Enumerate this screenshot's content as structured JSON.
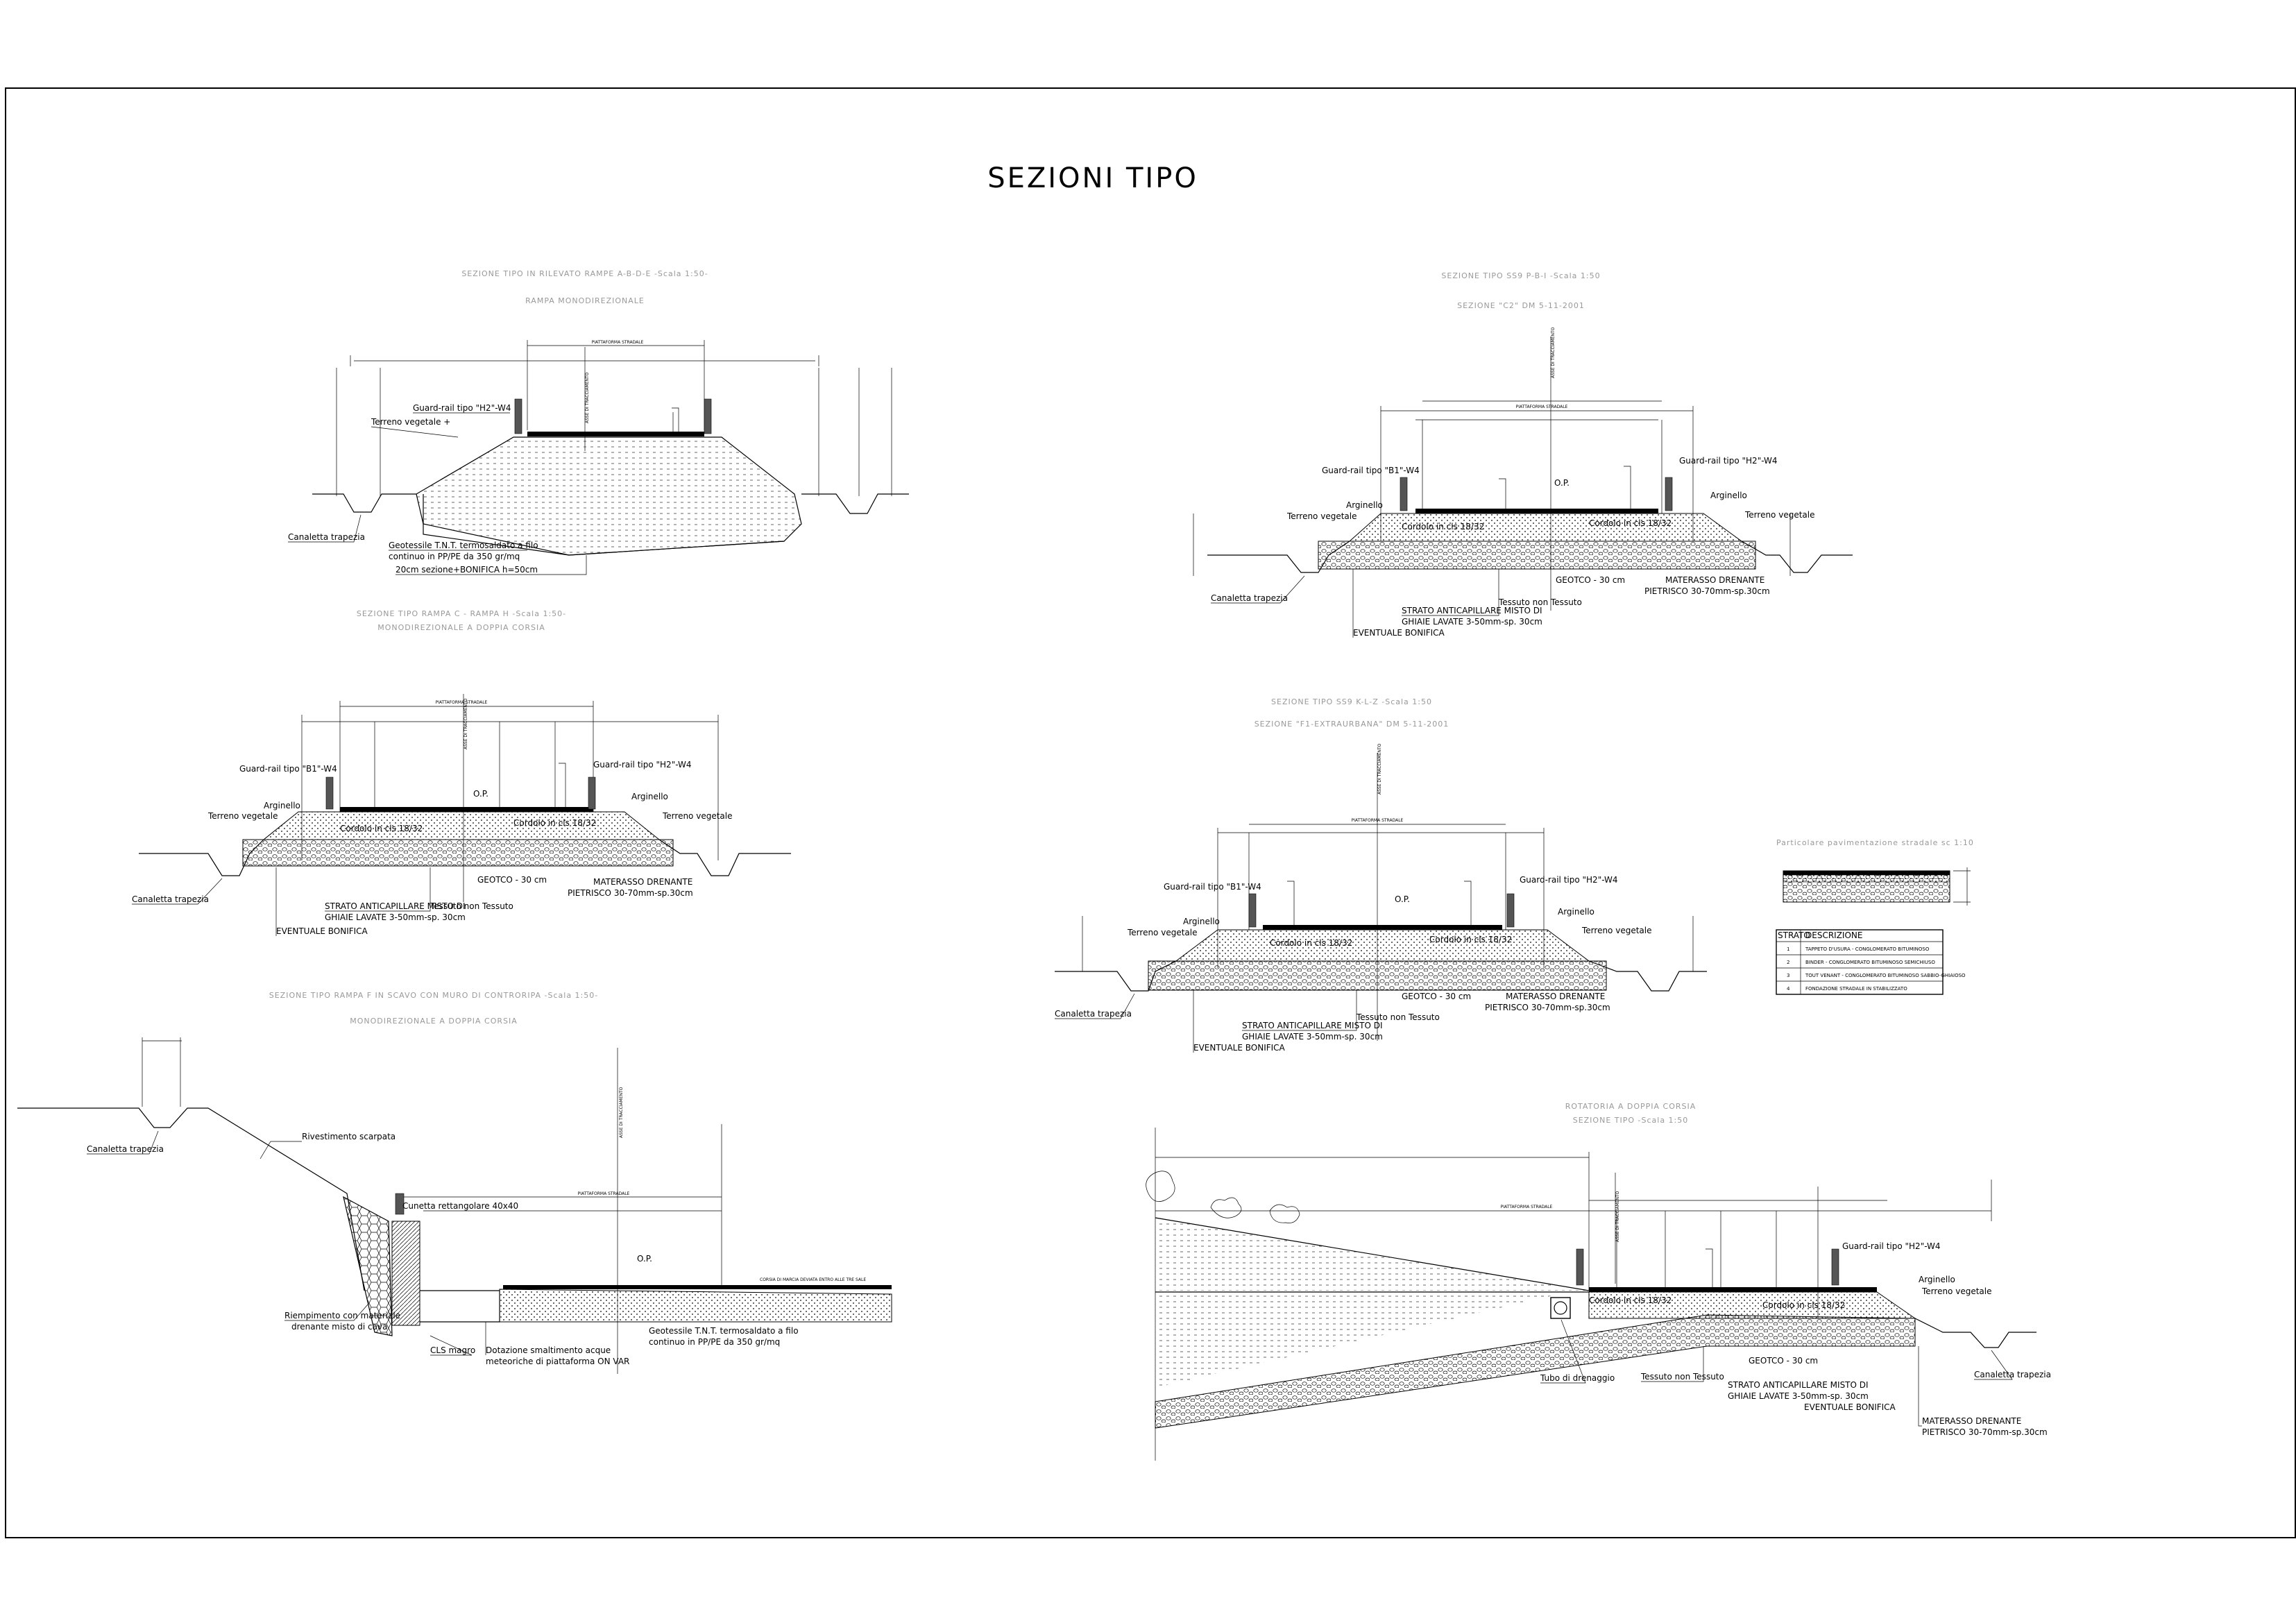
{
  "drawing": {
    "title": "SEZIONI TIPO",
    "colors": {
      "line": "#000000",
      "faint": "#999999",
      "background": "#ffffff"
    }
  },
  "sections": {
    "s1": {
      "heading": "SEZIONE TIPO IN RILEVATO RAMPE A-B-D-E -Scala 1:50-",
      "subheading": "RAMPA MONODIREZIONALE",
      "platform": "PIATTAFORMA STRADALE",
      "axis": "ASSE DI TRACCIAMENTO",
      "labels": {
        "guardrail": "Guard-rail tipo \"H2\"-W4",
        "terreno": "Terreno vegetale +",
        "canaletta": "Canaletta trapezia",
        "geotessile_1": "Geotessile T.N.T. termosaldato a filo",
        "geotessile_2": "continuo in PP/PE da 350 gr/mq",
        "bonifica": "20cm sezione+BONIFICA h=50cm"
      }
    },
    "s2": {
      "heading": "SEZIONE TIPO RAMPA C - RAMPA H -Scala 1:50-",
      "subheading": "MONODIREZIONALE A DOPPIA CORSIA",
      "platform": "PIATTAFORMA STRADALE",
      "axis": "ASSE DI TRACCIAMENTO",
      "labels": {
        "guardrail_left": "Guard-rail tipo \"B1\"-W4",
        "guardrail_right": "Guard-rail tipo \"H2\"-W4",
        "arginello_left": "Arginello",
        "arginello_right": "Arginello",
        "terreno_left": "Terreno vegetale",
        "terreno_right": "Terreno vegetale",
        "op": "O.P.",
        "cordolo_left": "Cordolo in cls 18/32",
        "cordolo_right": "Cordolo in cls 18/32",
        "canaletta": "Canaletta trapezia",
        "geotessile": "GEOTCO - 30 cm",
        "materasso_1": "MATERASSO DRENANTE",
        "materasso_2": "PIETRISCO 30-70mm-sp.30cm",
        "anticapillare_1": "STRATO ANTICAPILLARE MISTO DI",
        "anticapillare_2": "GHIAIE LAVATE 3-50mm-sp. 30cm",
        "tessuto": "Tessuto non Tessuto",
        "bonifica": "EVENTUALE BONIFICA"
      }
    },
    "s3": {
      "heading": "SEZIONE TIPO RAMPA F IN SCAVO CON MURO DI CONTRORIPA -Scala 1:50-",
      "subheading": "MONODIREZIONALE A DOPPIA CORSIA",
      "platform": "PIATTAFORMA STRADALE",
      "axis": "ASSE DI TRACCIAMENTO",
      "labels": {
        "canaletta": "Canaletta trapezia",
        "rivestimento": "Rivestimento scarpata",
        "cunetta": "Cunetta rettangolare 40x40",
        "riempimento_1": "Riempimento con materiale",
        "riempimento_2": "drenante misto di cava",
        "cls": "CLS magro",
        "dotazione_1": "Dotazione smaltimento acque",
        "dotazione_2": "meteoriche di piattaforma ON VAR",
        "geotessile_1": "Geotessile T.N.T. termosaldato a filo",
        "geotessile_2": "continuo in PP/PE da 350 gr/mq",
        "op": "O.P.",
        "corsia": "CORSIA DI MARCIA DEVIATA ENTRO ALLE TRE SALE"
      }
    },
    "s4": {
      "heading": "SEZIONE TIPO SS9 P-B-I -Scala 1:50",
      "subheading": "SEZIONE \"C2\" DM 5-11-2001",
      "platform": "PIATTAFORMA STRADALE",
      "axis": "ASSE DI TRACCIAMENTO",
      "labels": {
        "guardrail_left": "Guard-rail tipo \"B1\"-W4",
        "guardrail_right": "Guard-rail tipo \"H2\"-W4",
        "op": "O.P.",
        "arginello_left": "Arginello",
        "arginello_right": "Arginello",
        "terreno_left": "Terreno vegetale",
        "terreno_right": "Terreno vegetale",
        "cordolo_left": "Cordolo in cls 18/32",
        "cordolo_right": "Cordolo in cls 18/32",
        "canaletta": "Canaletta trapezia",
        "geotessile": "GEOTCO - 30 cm",
        "materasso_1": "MATERASSO DRENANTE",
        "materasso_2": "PIETRISCO 30-70mm-sp.30cm",
        "anticapillare_1": "STRATO ANTICAPILLARE MISTO DI",
        "anticapillare_2": "GHIAIE LAVATE 3-50mm-sp. 30cm",
        "tessuto": "Tessuto non Tessuto",
        "bonifica": "EVENTUALE BONIFICA"
      }
    },
    "s5": {
      "heading": "SEZIONE TIPO SS9 K-L-Z -Scala 1:50",
      "subheading": "SEZIONE \"F1-EXTRAURBANA\" DM 5-11-2001",
      "platform": "PIATTAFORMA STRADALE",
      "axis": "ASSE DI TRACCIAMENTO",
      "labels": {
        "guardrail_left": "Guard-rail tipo \"B1\"-W4",
        "guardrail_right": "Guard-rail tipo \"H2\"-W4",
        "op": "O.P.",
        "arginello_left": "Arginello",
        "arginello_right": "Arginello",
        "terreno_left": "Terreno vegetale",
        "terreno_right": "Terreno vegetale",
        "cordolo_left": "Cordolo in cls 18/32",
        "cordolo_right": "Cordolo in cls 18/32",
        "canaletta": "Canaletta trapezia",
        "geotessile": "GEOTCO - 30 cm",
        "materasso_1": "MATERASSO DRENANTE",
        "materasso_2": "PIETRISCO 30-70mm-sp.30cm",
        "anticapillare_1": "STRATO ANTICAPILLARE MISTO DI",
        "anticapillare_2": "GHIAIE LAVATE 3-50mm-sp. 30cm",
        "tessuto": "Tessuto non Tessuto",
        "bonifica": "EVENTUALE BONIFICA"
      }
    },
    "s6": {
      "heading": "ROTATORIA A DOPPIA CORSIA",
      "subheading": "SEZIONE TIPO -Scala 1:50",
      "platform": "PIATTAFORMA STRADALE",
      "axis": "ASSE DI TRACCIAMENTO",
      "labels": {
        "guardrail": "Guard-rail tipo \"H2\"-W4",
        "arginello": "Arginello",
        "terreno": "Terreno vegetale",
        "cordolo_left": "Cordolo in cls 18/32",
        "cordolo_right": "Cordolo in cls 18/32",
        "canaletta": "Canaletta trapezia",
        "tubo": "Tubo di drenaggio",
        "tessuto": "Tessuto non Tessuto",
        "anticapillare_1": "STRATO ANTICAPILLARE MISTO DI",
        "anticapillare_2": "GHIAIE LAVATE 3-50mm-sp. 30cm",
        "geotessile": "GEOTCO - 30 cm",
        "bonifica": "EVENTUALE BONIFICA",
        "materasso_1": "MATERASSO DRENANTE",
        "materasso_2": "PIETRISCO 30-70mm-sp.30cm"
      }
    }
  },
  "legend": {
    "detail_title": "Particolare pavimentazione stradale sc 1:10",
    "col_strato": "STRATO",
    "col_desc": "DESCRIZIONE",
    "rows": [
      {
        "code": "1",
        "text": "TAPPETO D'USURA - CONGLOMERATO BITUMINOSO"
      },
      {
        "code": "2",
        "text": "BINDER - CONGLOMERATO BITUMINOSO SEMICHIUSO"
      },
      {
        "code": "3",
        "text": "TOUT VENANT - CONGLOMERATO BITUMINOSO SABBIO-GHIAIOSO"
      },
      {
        "code": "4",
        "text": "FONDAZIONE STRADALE IN STABILIZZATO"
      }
    ]
  }
}
